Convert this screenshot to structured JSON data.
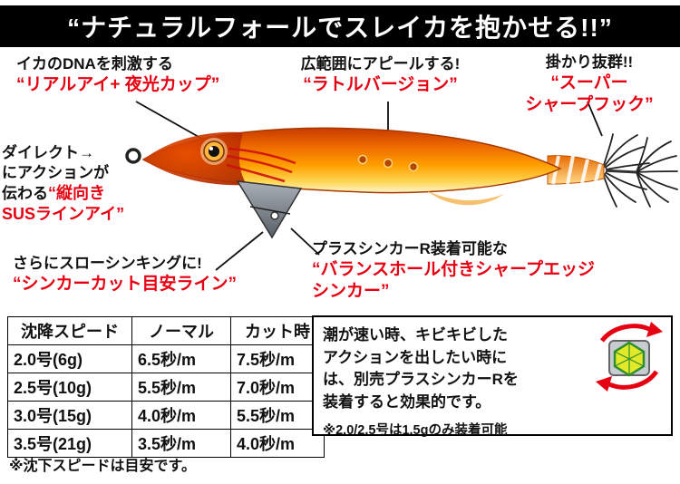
{
  "banner": {
    "text": "“ナチュラルフォールでスレイカを抱かせる!!”"
  },
  "colors": {
    "accent_red": "#e50012",
    "banner_bg": "#000000",
    "lure_orange": "#ef6c00"
  },
  "icons": {
    "plus_sinker": "plus-sinker-rotation-icon"
  },
  "callouts": {
    "real_eye": {
      "lead": "イカのDNAを刺激する",
      "name": "“リアルアイ+ 夜光カップ”"
    },
    "rattle": {
      "lead": "広範囲にアピールする!",
      "name": "“ラトルバージョン”"
    },
    "hook": {
      "lead": "掛かり抜群!!",
      "name_line1": "“スーパー",
      "name_line2": "シャープフック”"
    },
    "line_eye": {
      "lead_line1": "ダイレクト→",
      "lead_line2": "にアクションが",
      "lead_line3": "伝わる",
      "name_line1": "“縦向き",
      "name_line2": "SUSラインアイ”"
    },
    "sinker_cut": {
      "lead": "さらにスローシンキングに!",
      "name": "“シンカーカット目安ライン”"
    },
    "balance_sinker": {
      "lead": "プラスシンカーR装着可能な",
      "name_line1": "“バランスホール付きシャープエッジ",
      "name_line2": "シンカー”"
    }
  },
  "table": {
    "headers": [
      "沈降スピード",
      "ノーマル",
      "カット時"
    ],
    "rows": [
      [
        "2.0号(6g)",
        "6.5秒/m",
        "7.5秒/m"
      ],
      [
        "2.5号(10g)",
        "5.5秒/m",
        "7.0秒/m"
      ],
      [
        "3.0号(15g)",
        "4.0秒/m",
        "5.5秒/m"
      ],
      [
        "3.5号(21g)",
        "3.5秒/m",
        "4.0秒/m"
      ]
    ],
    "note": "※沈下スピードは目安です。"
  },
  "info_box": {
    "body": "潮が速い時、キビキビした\nアクションを出したい時に\nは、別売プラスシンカーRを\n装着すると効果的です。",
    "note": "※2.0/2.5号は1.5gのみ装着可能"
  }
}
